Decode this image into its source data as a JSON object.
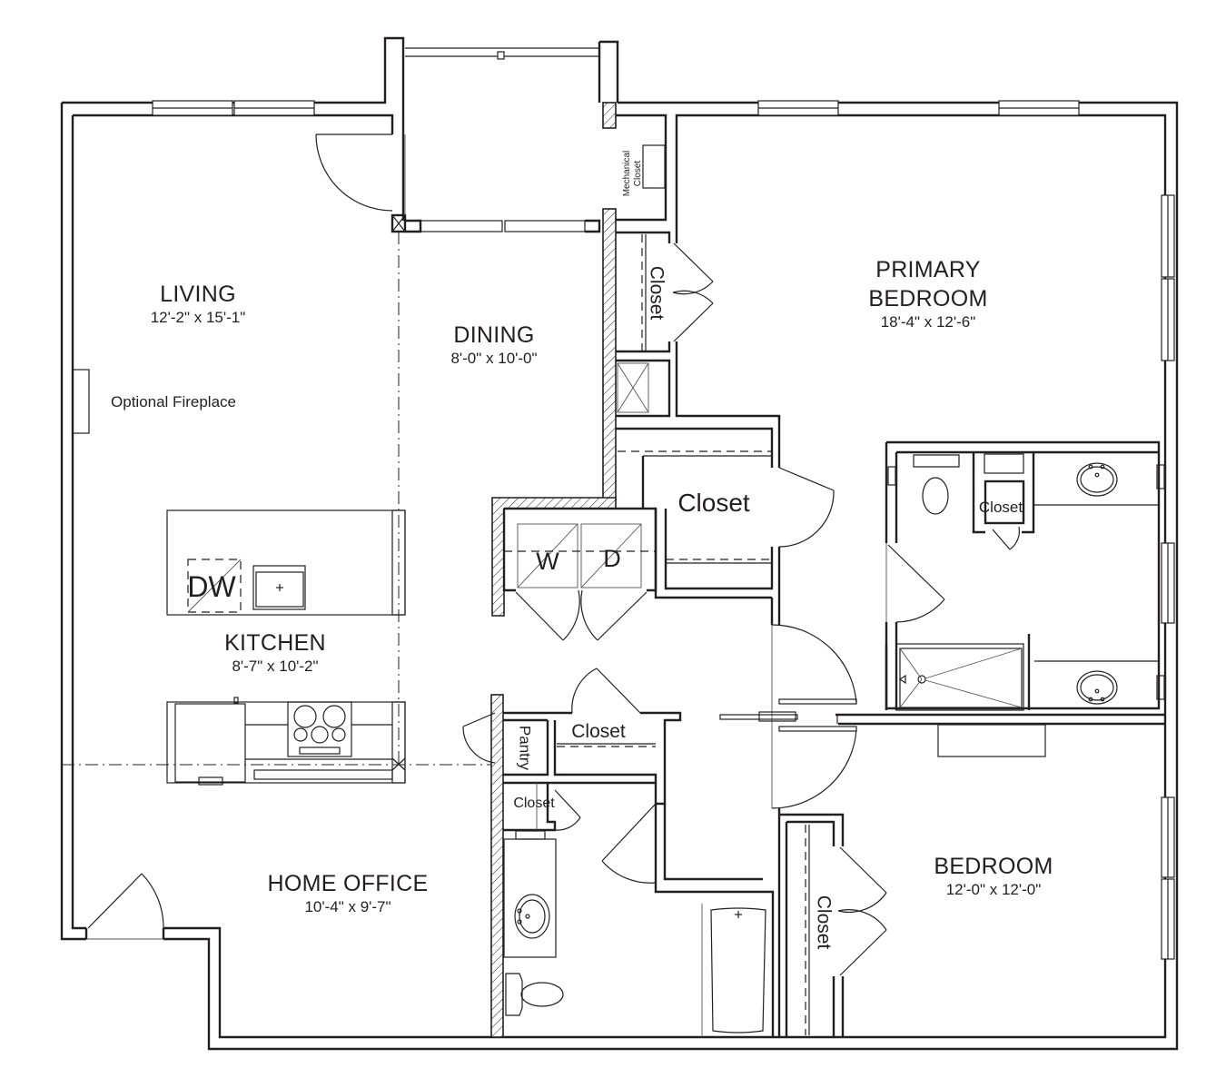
{
  "plan": {
    "type": "floor_plan",
    "line_color": "#231f20",
    "background": "#ffffff"
  },
  "rooms": {
    "living": {
      "name": "LIVING",
      "dims": "12'-2\" x 15'-1\""
    },
    "dining": {
      "name": "DINING",
      "dims": "8'-0\" x 10'-0\""
    },
    "kitchen": {
      "name": "KITCHEN",
      "dims": "8'-7\" x 10'-2\""
    },
    "home_office": {
      "name": "HOME OFFICE",
      "dims": "10'-4\" x 9'-7\""
    },
    "primary_bedroom": {
      "name_line1": "PRIMARY",
      "name_line2": "BEDROOM",
      "dims": "18'-4\" x 12'-6\""
    },
    "bedroom": {
      "name": "BEDROOM",
      "dims": "12'-0\" x 12'-0\""
    }
  },
  "annotations": {
    "fireplace": "Optional Fireplace",
    "mechanical_line1": "Mechanical",
    "mechanical_line2": "Closet",
    "closet_primary_vertical": "Closet",
    "closet_hall_large": "Closet",
    "closet_primary_bath": "Closet",
    "closet_hall_small": "Closet",
    "pantry": "Pantry",
    "closet_bath2": "Closet",
    "closet_bedroom_vertical": "Closet",
    "washer": "W",
    "dryer": "D",
    "dishwasher": "DW"
  }
}
